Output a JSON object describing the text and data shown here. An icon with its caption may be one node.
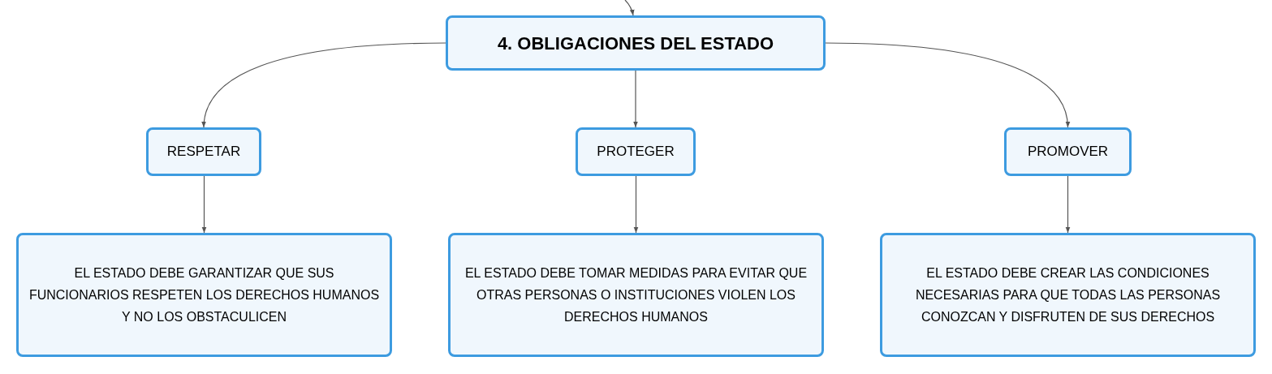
{
  "diagram": {
    "nodes": [
      {
        "text": [
          "4. OBLIGACIONES DEL ESTADO"
        ]
      },
      {
        "text": [
          "RESPETAR"
        ]
      },
      {
        "text": [
          "PROTEGER"
        ]
      },
      {
        "text": [
          "PROMOVER"
        ]
      },
      {
        "text": [
          "EL ESTADO DEBE GARANTIZAR QUE SUS FUNCIONARIOS RESPETEN LOS DERECHOS HUMANOS Y NO LOS OBSTACULICEN"
        ]
      },
      {
        "text": [
          "EL ESTADO DEBE TOMAR MEDIDAS PARA EVITAR QUE OTRAS PERSONAS O INSTITUCIONES VIOLEN LOS DERECHOS HUMANOS"
        ]
      },
      {
        "text": [
          "EL ESTADO DEBE CREAR LAS CONDICIONES NECESARIAS PARA QUE TODAS LAS PERSONAS CONOZCAN Y DISFRUTEN DE SUS DERECHOS"
        ]
      }
    ],
    "edges": [
      {
        "from": null,
        "to": 0,
        "arrow": "to"
      },
      {
        "from": 0,
        "to": 1,
        "arrow": "to"
      },
      {
        "from": 0,
        "to": 2,
        "arrow": "to"
      },
      {
        "from": 0,
        "to": 3,
        "arrow": "to"
      },
      {
        "from": 1,
        "to": 4,
        "arrow": "to"
      },
      {
        "from": 2,
        "to": 5,
        "arrow": "to"
      },
      {
        "from": 3,
        "to": 6,
        "arrow": "to"
      }
    ]
  }
}
